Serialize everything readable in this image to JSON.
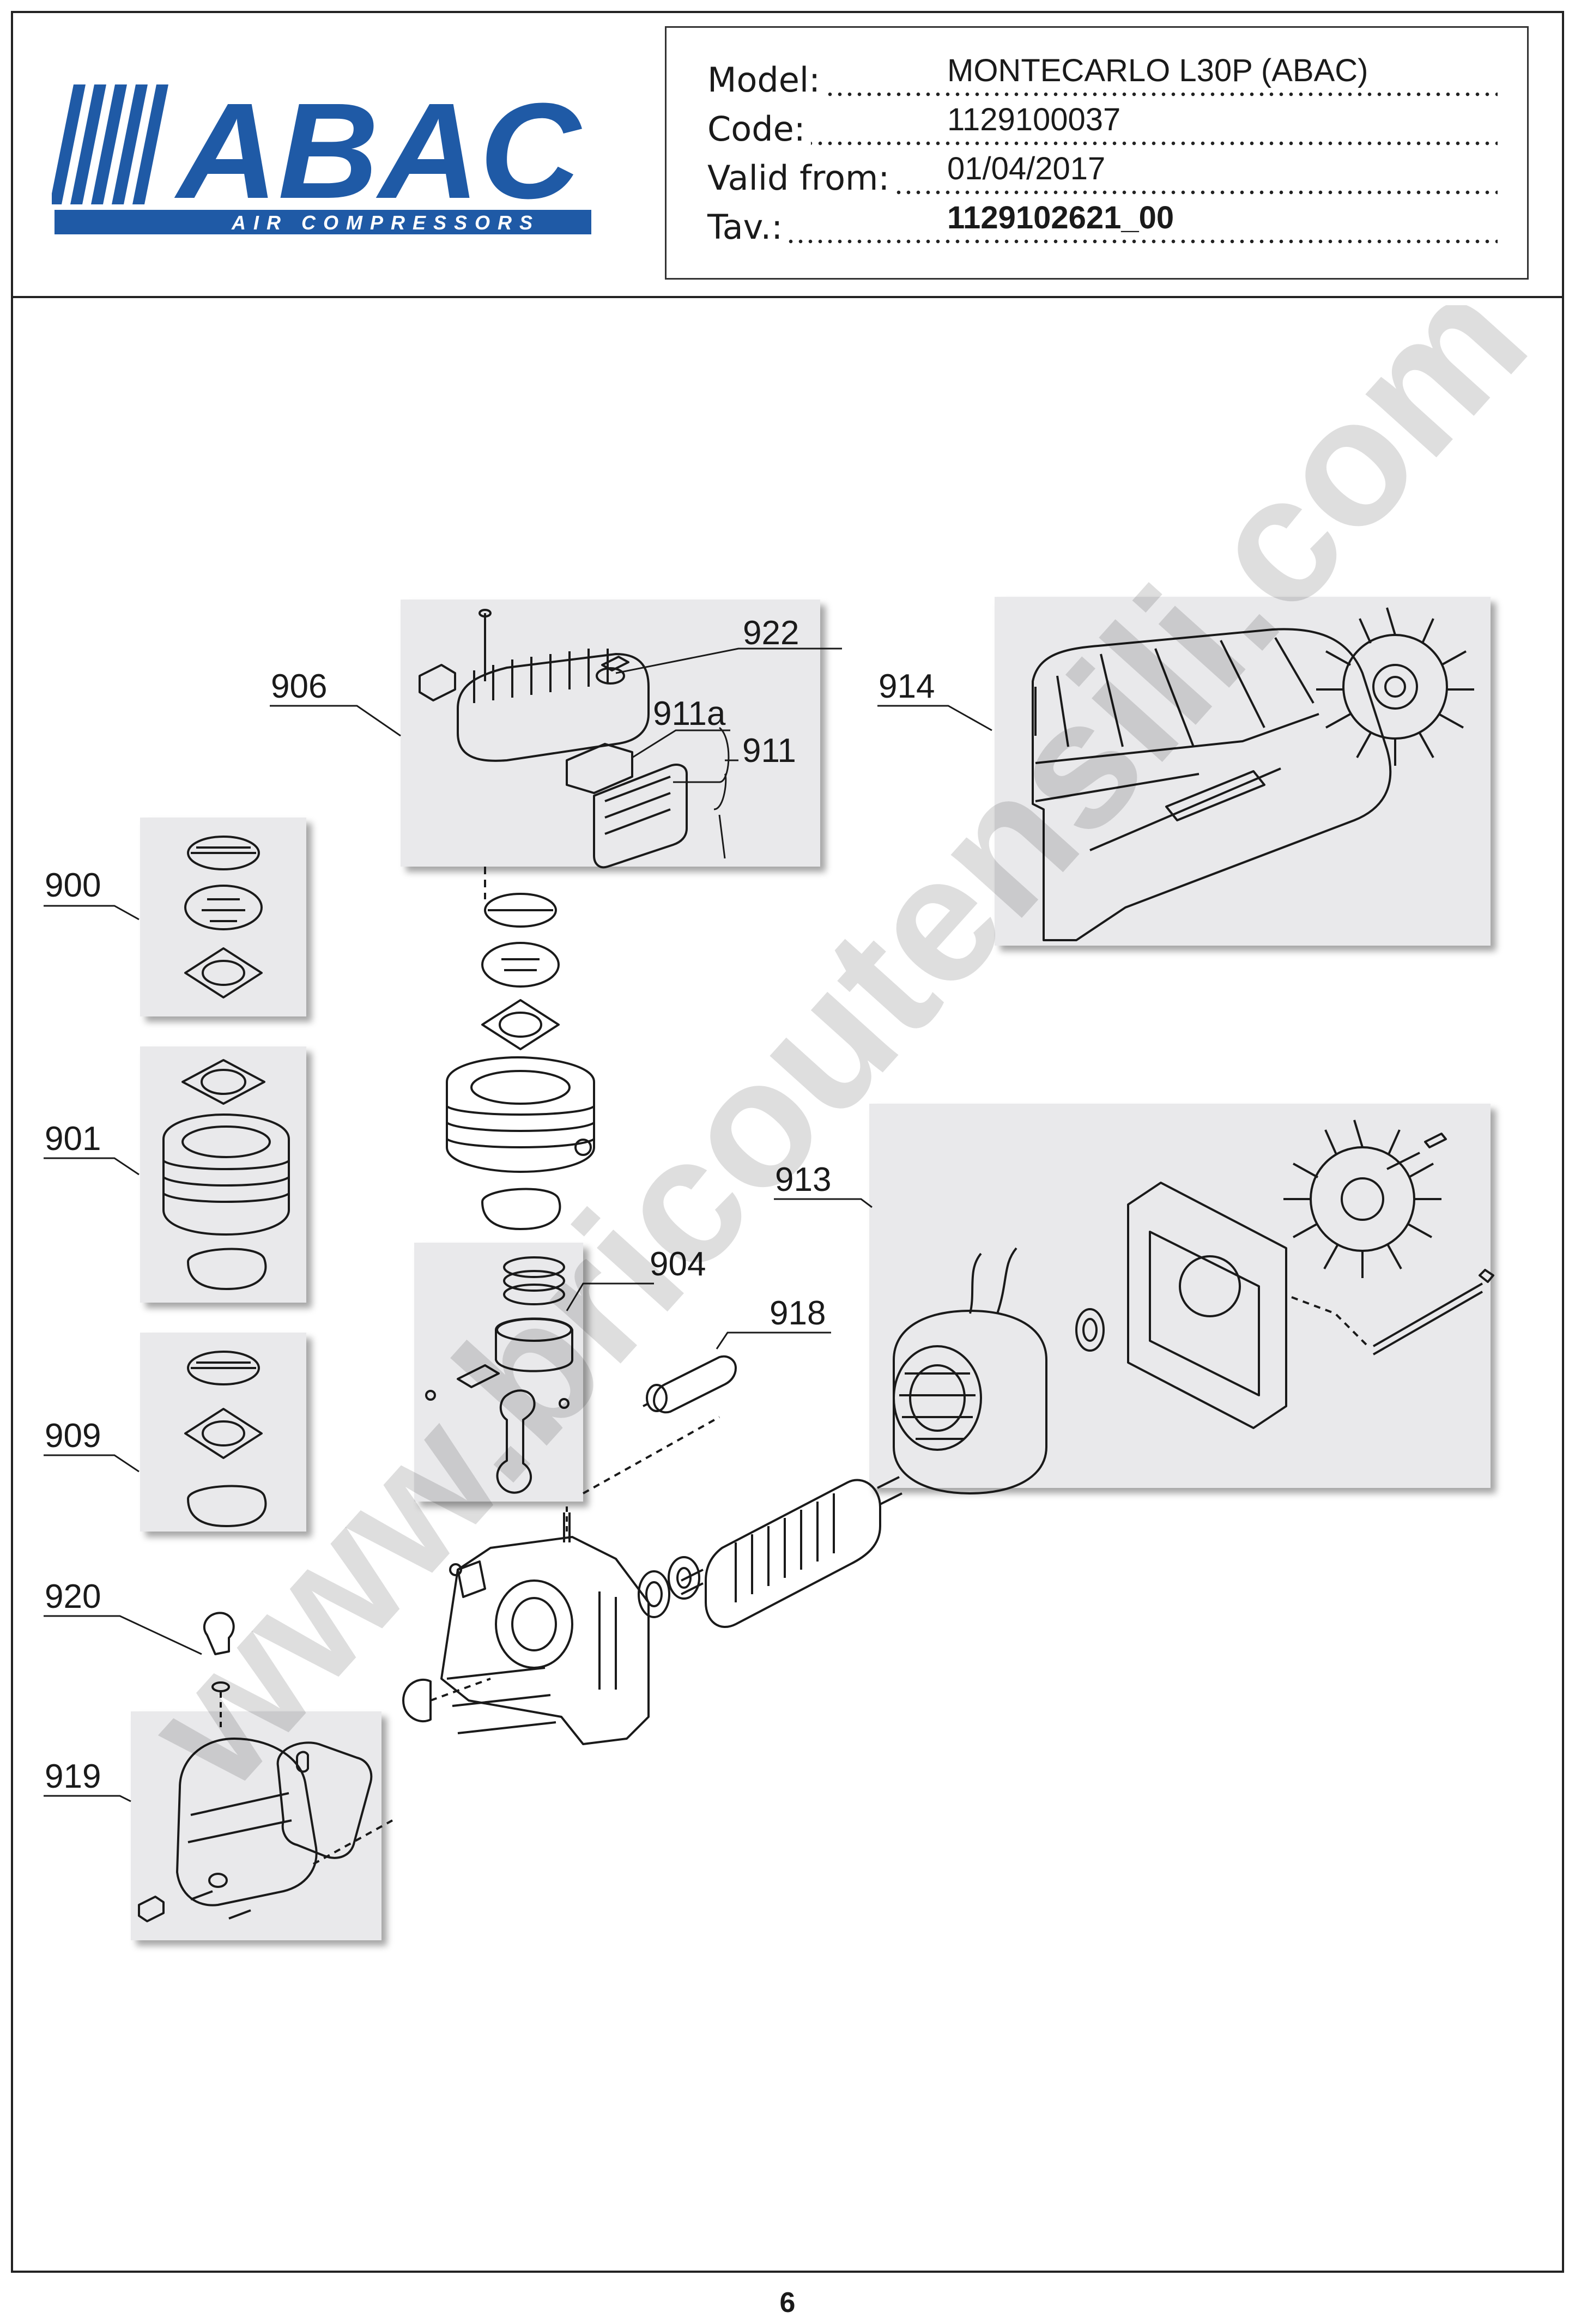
{
  "logo": {
    "brand_text": "ABAC",
    "tagline": "AIR COMPRESSORS",
    "brand_color": "#1f5aa6"
  },
  "header": {
    "model_label": "Model:",
    "model_value": "MONTECARLO L30P (ABAC)",
    "code_label": "Code:",
    "code_value": "1129100037",
    "valid_label": "Valid from:",
    "valid_value": "01/04/2017",
    "tav_label": "Tav.:",
    "tav_value": "1129102621_00"
  },
  "callouts": {
    "c922": "922",
    "c906": "906",
    "c911a": "911a",
    "c911": "911",
    "c914": "914",
    "c900": "900",
    "c901": "901",
    "c913": "913",
    "c904": "904",
    "c918": "918",
    "c909": "909",
    "c920": "920",
    "c919": "919"
  },
  "watermark": "www.bricoutensili.com",
  "footer": {
    "page_number": "6"
  },
  "colors": {
    "panel_bg": "#e9e9eb",
    "line": "#1a1a1a"
  }
}
